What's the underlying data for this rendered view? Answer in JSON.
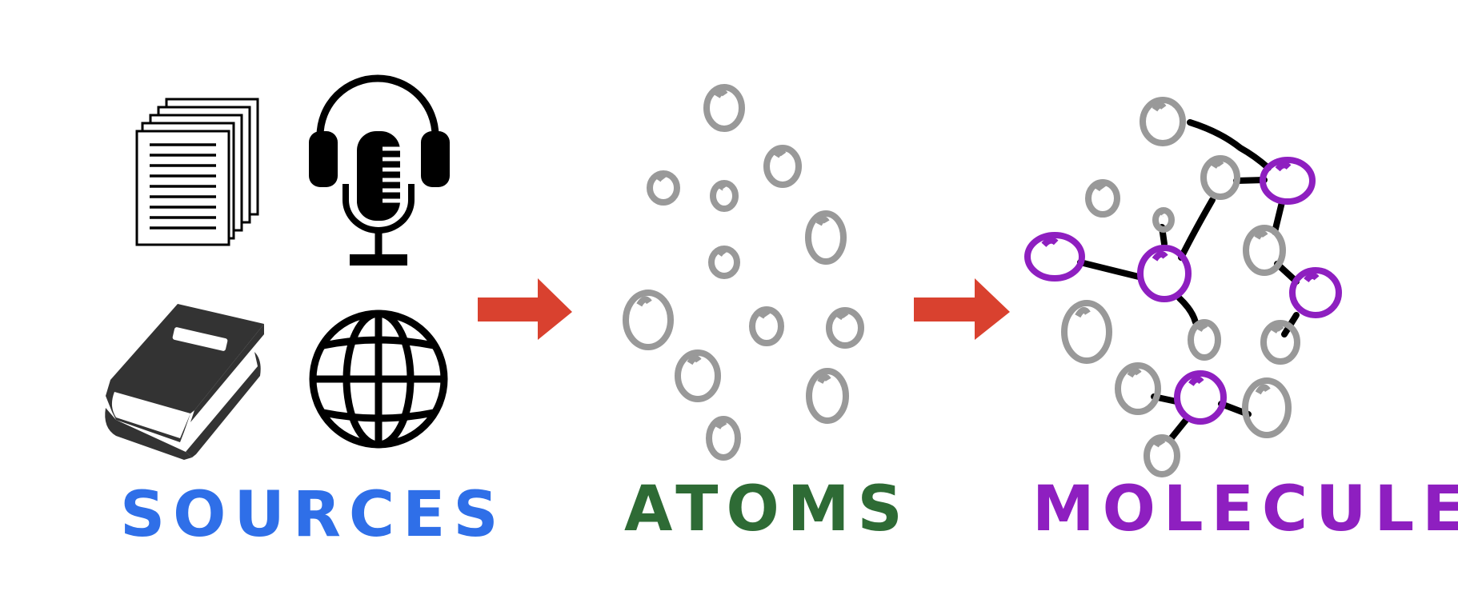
{
  "stages": [
    {
      "id": "sources",
      "label": "SOURCES",
      "color": "#2f6fe8"
    },
    {
      "id": "atoms",
      "label": "ATOMS",
      "color": "#2e6b35"
    },
    {
      "id": "molecules",
      "label": "MOLECULES",
      "color": "#8e1fc0"
    }
  ],
  "source_icons": [
    "documents-icon",
    "podcast-microphone-icon",
    "book-icon",
    "globe-icon"
  ],
  "colors": {
    "arrow": "#d9412f",
    "atom": "#999999",
    "bond": "#000000",
    "hub_atom": "#8e1fc0",
    "book": "#333333"
  }
}
